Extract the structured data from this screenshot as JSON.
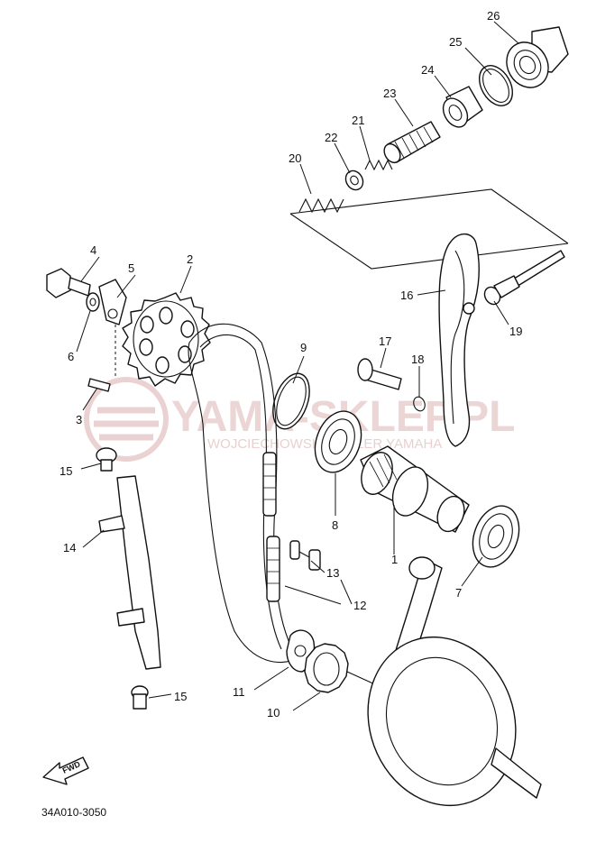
{
  "watermark": {
    "brand": "YAMA-SKLEP.PL",
    "tagline": "WOJCIECHOWSKI DEALER YAMAHA",
    "color": "#e6c7c7"
  },
  "callouts": {
    "c1": "1",
    "c2": "2",
    "c3": "3",
    "c4": "4",
    "c5": "5",
    "c6": "6",
    "c7": "7",
    "c8": "8",
    "c9": "9",
    "c10": "10",
    "c11": "11",
    "c12": "12",
    "c13": "13",
    "c14": "14",
    "c15a": "15",
    "c15b": "15",
    "c16": "16",
    "c17": "17",
    "c18": "18",
    "c19": "19",
    "c20": "20",
    "c21": "21",
    "c22": "22",
    "c23": "23",
    "c24": "24",
    "c25": "25",
    "c26": "26"
  },
  "forward_marker": {
    "label": "FWD",
    "icon": "forward-arrow-icon"
  },
  "diagram_code": "34A010-3050"
}
